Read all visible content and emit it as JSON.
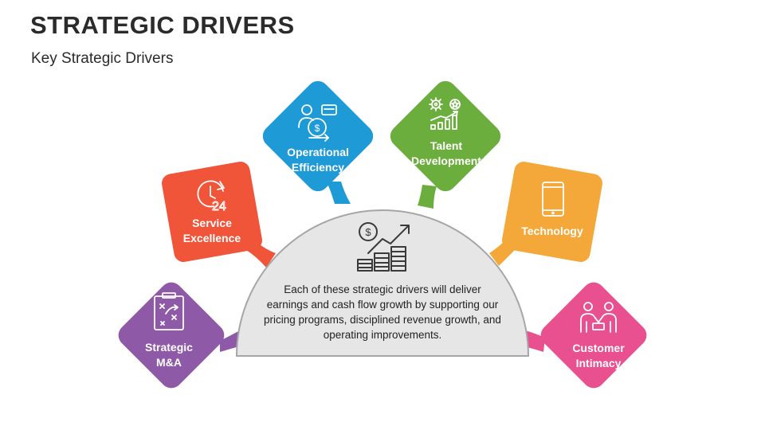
{
  "header": {
    "title": "STRATEGIC DRIVERS",
    "subtitle": "Key Strategic Drivers"
  },
  "center": {
    "text": "Each of these strategic drivers will deliver earnings and cash flow growth by supporting our pricing programs, disciplined revenue growth, and operating improvements.",
    "icon": "growth-chart-icon",
    "fill": "#e6e6e6",
    "stroke": "#a6a6a6"
  },
  "drivers": [
    {
      "label": "Strategic\nM&A",
      "icon": "strategy-board-icon",
      "color": "#8e5aa8"
    },
    {
      "label": "Service\nExcellence",
      "icon": "clock-24-icon",
      "color": "#f0553a"
    },
    {
      "label": "Operational\nEfficiency",
      "icon": "businessman-money-icon",
      "color": "#1e9ad6"
    },
    {
      "label": "Talent\nDevelopment",
      "icon": "gears-growth-icon",
      "color": "#6cae3e"
    },
    {
      "label": "Technology",
      "icon": "tablet-icon",
      "color": "#f5a83a"
    },
    {
      "label": "Customer\nIntimacy",
      "icon": "handshake-people-icon",
      "color": "#e8508f"
    }
  ]
}
